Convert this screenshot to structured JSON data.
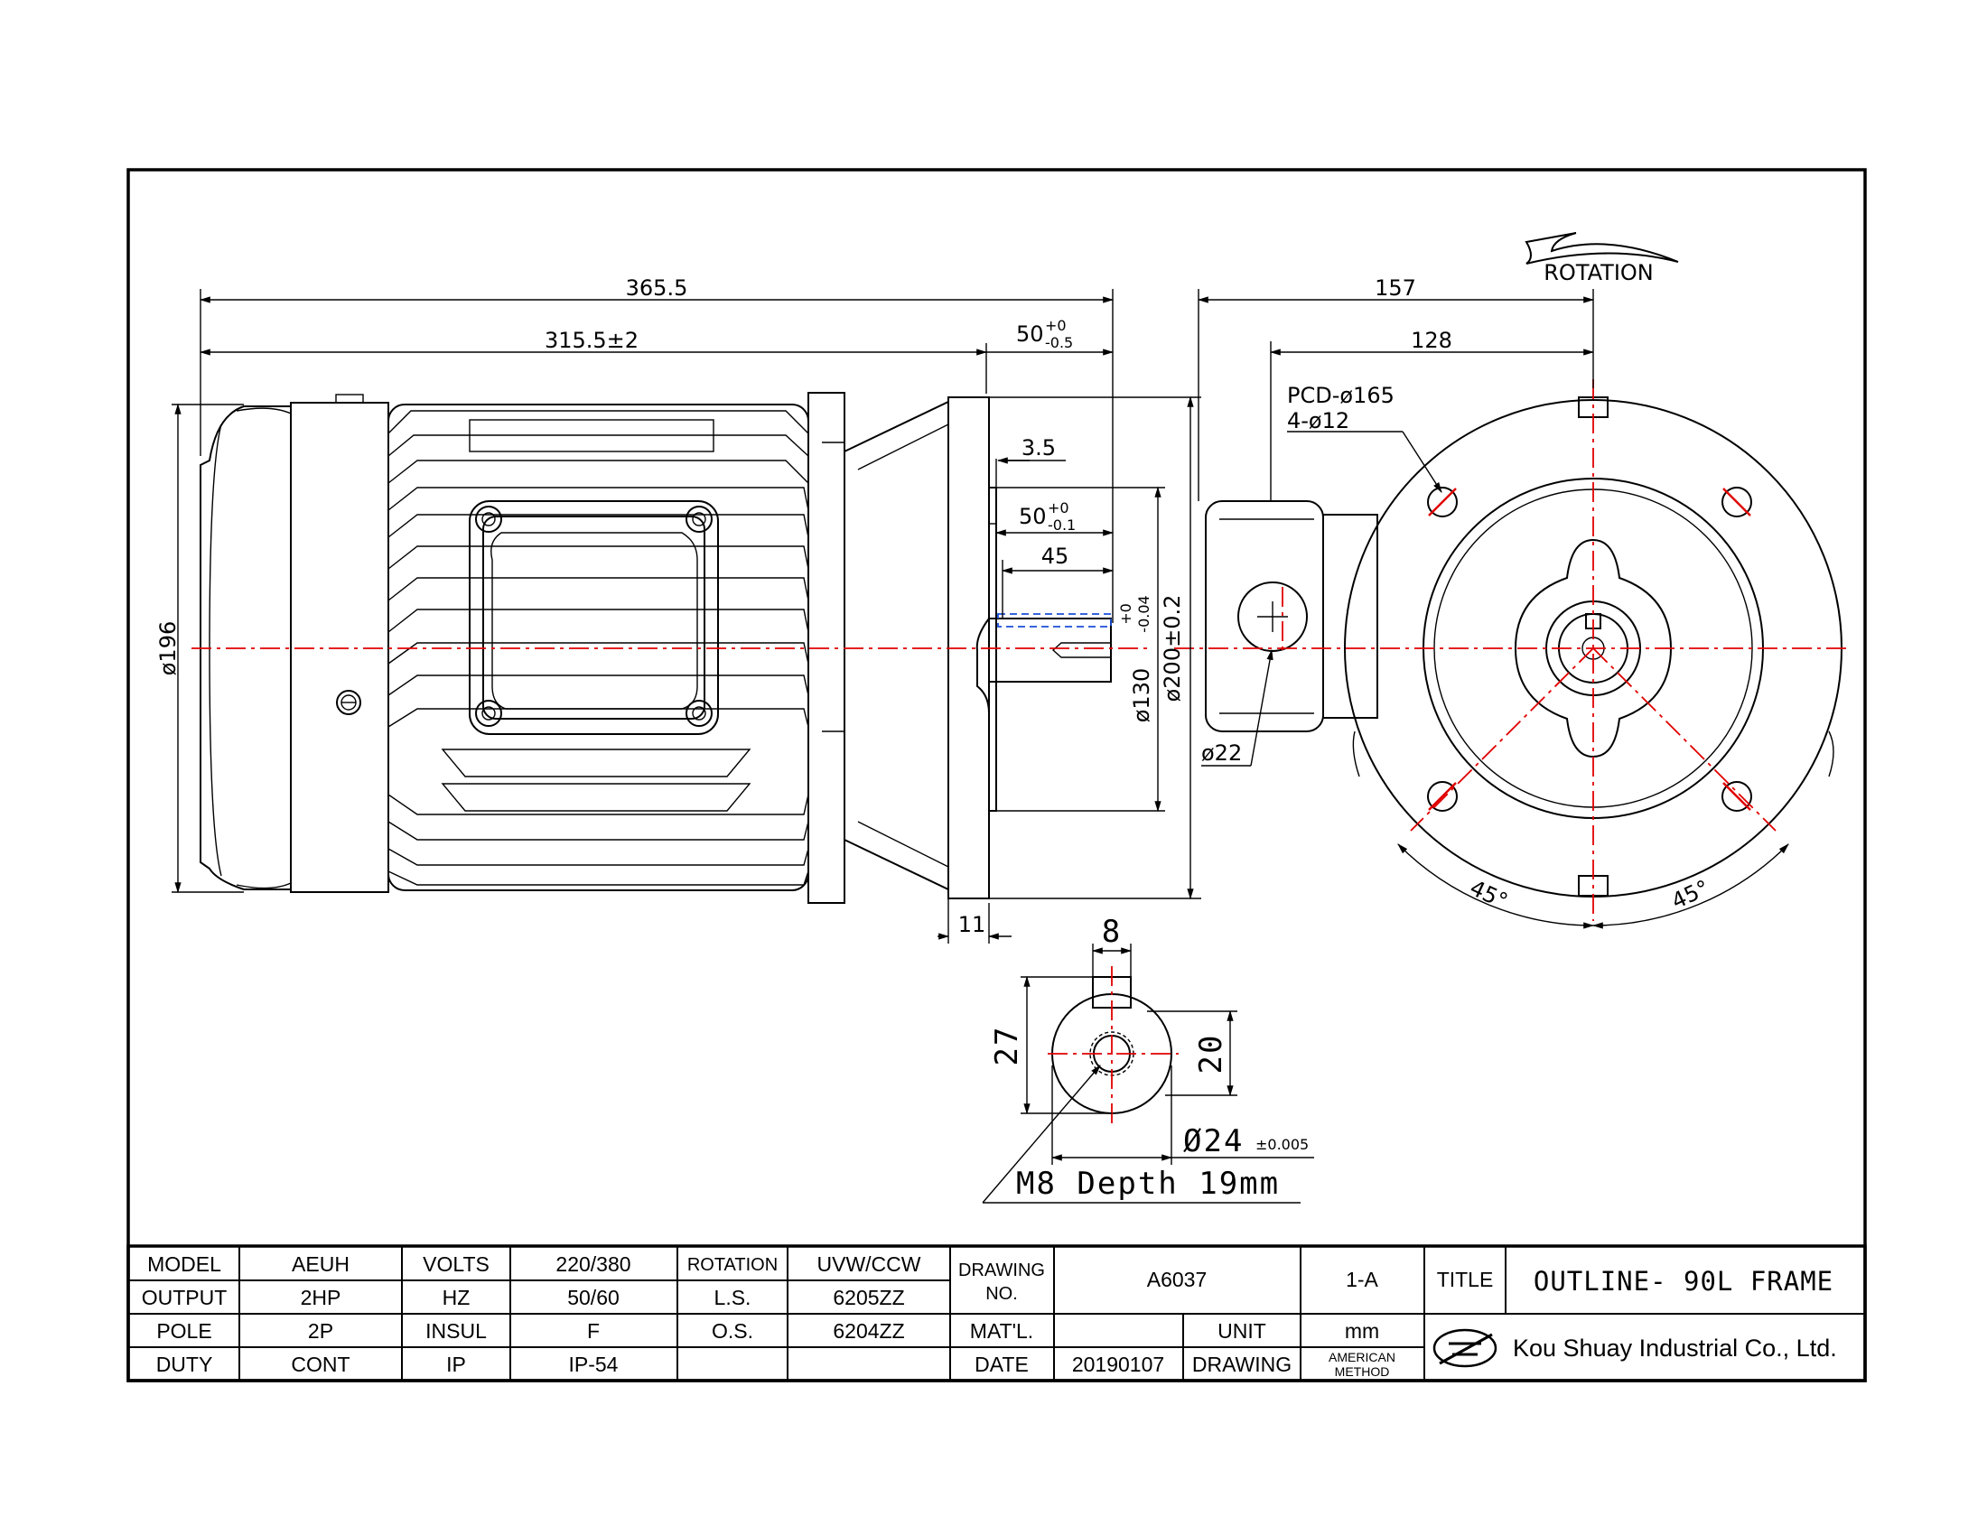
{
  "dimensions": {
    "overall_length": "365.5",
    "body_length": "315.5±2",
    "shaft_ext": "50",
    "shaft_ext_tol_upper": "+0",
    "shaft_ext_tol_lower": "-0.5",
    "spigot_depth": "3.5",
    "shaft_len": "50",
    "shaft_len_tol_upper": "+0",
    "shaft_len_tol_lower": "-0.1",
    "key_len": "45",
    "body_dia": "ø196",
    "spigot_dia": "ø130",
    "spigot_tol_upper": "+0",
    "spigot_tol_lower": "-0.04",
    "flange_dia": "ø200±0.2",
    "flange_thickness": "11",
    "end_157": "157",
    "end_128": "128",
    "pcd": "PCD-ø165",
    "holes": "4-ø12",
    "gland": "ø22",
    "angle_left": "45°",
    "angle_right": "45°",
    "rotation": "ROTATION",
    "key_width": "8",
    "shaft_height": "27",
    "key_depth": "20",
    "shaft_dia": "Ø24",
    "shaft_dia_tol": "±0.005",
    "tap_note": "M8 Depth 19mm"
  },
  "title_block": {
    "model_label": "MODEL",
    "model": "AEUH",
    "output_label": "OUTPUT",
    "output": "2HP",
    "pole_label": "POLE",
    "pole": "2P",
    "duty_label": "DUTY",
    "duty": "CONT",
    "volts_label": "VOLTS",
    "volts": "220/380",
    "hz_label": "HZ",
    "hz": "50/60",
    "insul_label": "INSUL",
    "insul": "F",
    "ip_label": "IP",
    "ip": "IP-54",
    "rotation_label": "ROTATION",
    "rotation": "UVW/CCW",
    "ls_label": "L.S.",
    "ls": "6205ZZ",
    "os_label": "O.S.",
    "os": "6204ZZ",
    "drawing_no_label_1": "DRAWING",
    "drawing_no_label_2": "NO.",
    "drawing_no": "A6037",
    "revision": "1-A",
    "matl_label": "MAT'L.",
    "unit_label": "UNIT",
    "unit": "mm",
    "date_label": "DATE",
    "date": "20190107",
    "drawing_label": "DRAWING",
    "method_1": "AMERICAN",
    "method_2": "METHOD",
    "title_label": "TITLE",
    "title": "OUTLINE-  90L  FRAME",
    "company": "Kou Shuay Industrial Co., Ltd."
  }
}
